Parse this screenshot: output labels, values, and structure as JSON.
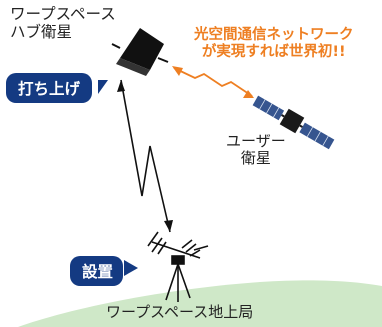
{
  "hub_satellite": {
    "line1": "ワープスペース",
    "line2": "ハブ衛星"
  },
  "launch_badge": "打ち上げ",
  "headline": {
    "line1": "光空間通信ネットワーク",
    "line2": "が実現すれば世界初!!"
  },
  "user_satellite": {
    "line1": "ユーザー",
    "line2": "衛星"
  },
  "install_badge": "設置",
  "ground_station": "ワープスペース地上局",
  "colors": {
    "accent_orange": "#ee7f22",
    "badge_navy": "#143a82",
    "ground_green": "#cfe8c8",
    "ink": "#111111"
  }
}
